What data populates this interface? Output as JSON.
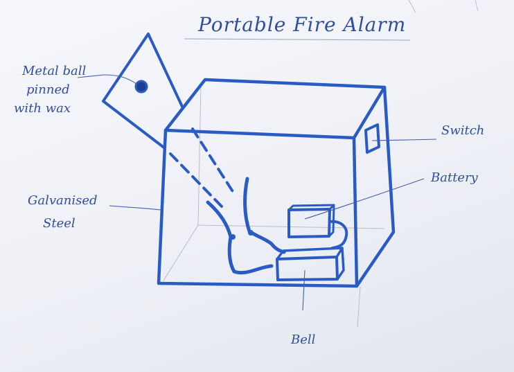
{
  "title": "Portable Fire Alarm",
  "labels": {
    "metal_ball": [
      "Metal ball",
      "pinned",
      "with wax"
    ],
    "galvanised_steel": [
      "Galvanised",
      "Steel"
    ],
    "switch": "Switch",
    "battery": "Battery",
    "bell": "Bell"
  },
  "colors": {
    "ink": "#2a5bc4",
    "paper": "#f2f4f8"
  }
}
